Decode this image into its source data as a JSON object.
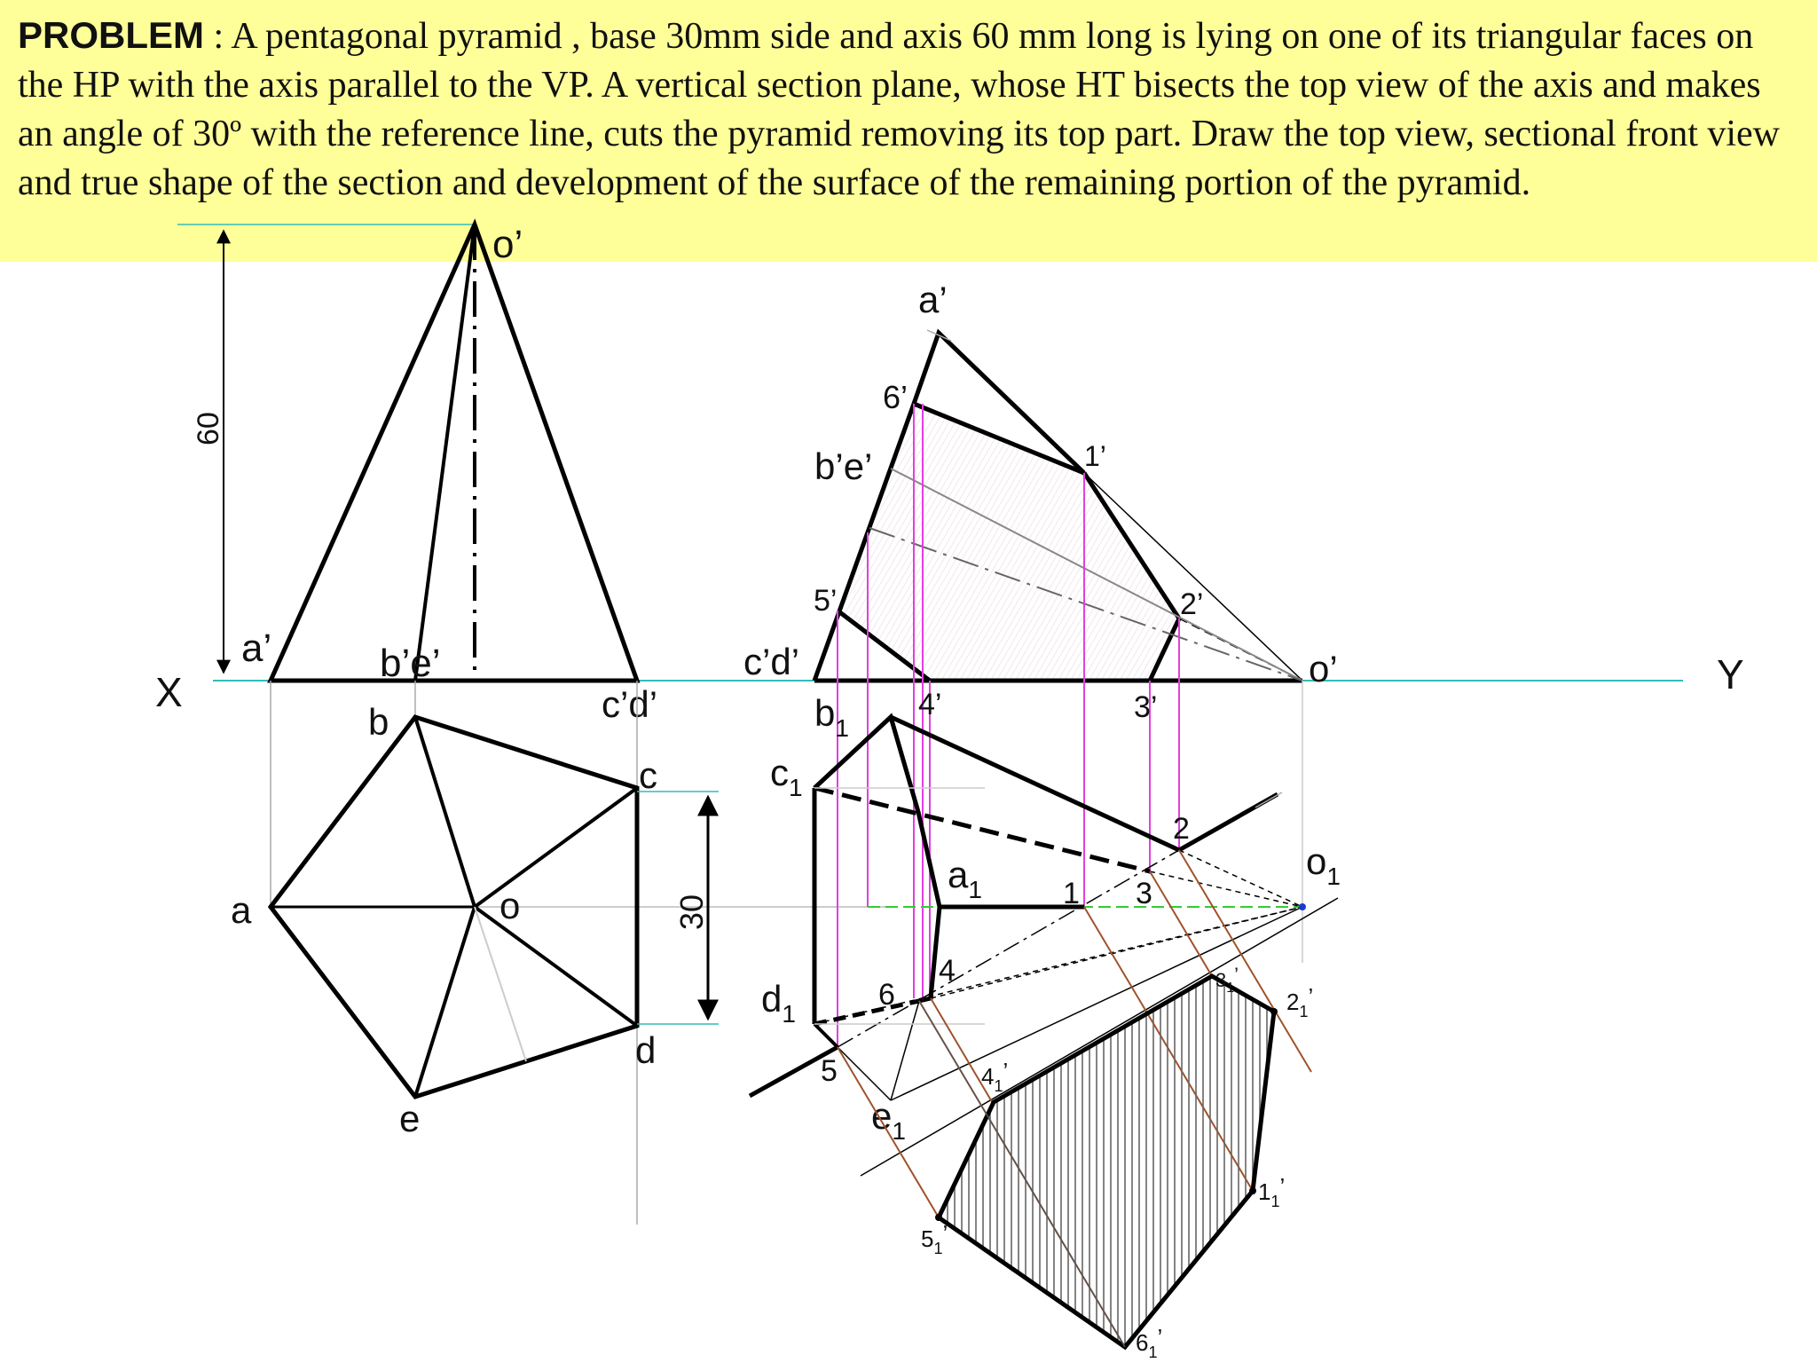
{
  "problem": {
    "heading": "PROBLEM",
    "separator": " : ",
    "body": "A pentagonal pyramid , base 30mm side and axis 60 mm long is lying on one of its triangular faces on the HP with the axis parallel to the VP. A vertical section plane, whose HT bisects the top view of the axis and makes an angle of 30º with the reference line, cuts the pyramid removing its top part. Draw the top view, sectional front view and true shape of the section and development of the surface of the remaining portion of the pyramid."
  },
  "reference_line": {
    "left": "X",
    "right": "Y"
  },
  "dimensions": {
    "height": "60",
    "side": "30"
  },
  "labels": {
    "o_p": "o’",
    "a_p": "a’",
    "be_p": "b’e’",
    "cd_p": "c’d’",
    "b": "b",
    "c": "c",
    "a": "a",
    "o": "o",
    "d": "d",
    "e": "e",
    "a_p2": "a’",
    "p6": "6’",
    "be_p2": "b’e’",
    "p1": "1’",
    "p5": "5’",
    "p2": "2’",
    "cd_p2": "c’d’",
    "o_p2": "o’",
    "p4": "4’",
    "p3": "3’",
    "b1": "b",
    "c1": "c",
    "a1": "a",
    "o1": "o",
    "d1": "d",
    "e1": "e",
    "sub": "1",
    "n1": "1",
    "n2": "2",
    "n3": "3",
    "n4": "4",
    "n5": "5",
    "n6": "6",
    "t1": "1",
    "t2": "2",
    "t3": "3",
    "t4": "4",
    "t5": "5",
    "t6": "6",
    "tsub": "1",
    "tprime": "’"
  },
  "colors": {
    "banner": "#ffff99",
    "reference_line": "#33bbbb",
    "projector_magenta": "#e040e0",
    "projector_brown": "#a0522d",
    "axis_green": "#33cc33",
    "outline": "#000000",
    "hatch": "#666666"
  }
}
